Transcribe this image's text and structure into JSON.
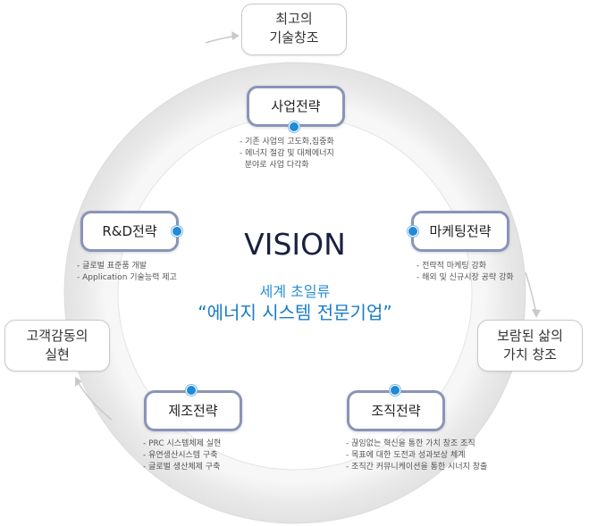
{
  "center": {
    "title": "VISION",
    "subtitle": "세계 초일류",
    "slogan": "“에너지 시스템 전문기업”"
  },
  "outer_nodes": {
    "top": [
      "최고의",
      "기술창조"
    ],
    "right": [
      "보람된 삶의",
      "가치 창조"
    ],
    "left": [
      "고객감동의",
      "실현"
    ]
  },
  "strategies": {
    "business": {
      "label": "사업전략",
      "bullets": [
        "- 기존 사업의 고도화,집중화",
        "- 에너지 절감 및 대체에너지",
        "  분야로 사업 다각화"
      ]
    },
    "rnd": {
      "label": "R&D전략",
      "bullets": [
        "- 글로벌 표준품 개발",
        "- Application 기술능력 제고"
      ]
    },
    "marketing": {
      "label": "마케팅전략",
      "bullets": [
        "- 전략적 마케팅 강화",
        "- 해외 및 신규시장 공략 강화"
      ]
    },
    "manufacturing": {
      "label": "제조전략",
      "bullets": [
        "- PRC 시스템체제 실현",
        "- 유연생산시스템 구축",
        "- 글로벌 생산체제 구축"
      ]
    },
    "organization": {
      "label": "조직전략",
      "bullets": [
        "- 끊임없는 혁신을 통한 가치 창조 조직",
        "- 목표에 대한 도전과 성과보상 체계",
        "- 조직간 커뮤니케이션을 통한 시너지 창출"
      ]
    }
  },
  "colors": {
    "ring": "#ededed",
    "box_border": "#8a94b8",
    "accent_dot": "#1f8ad6",
    "vision": "#1a2040",
    "slogan": "#1a7cc8"
  }
}
